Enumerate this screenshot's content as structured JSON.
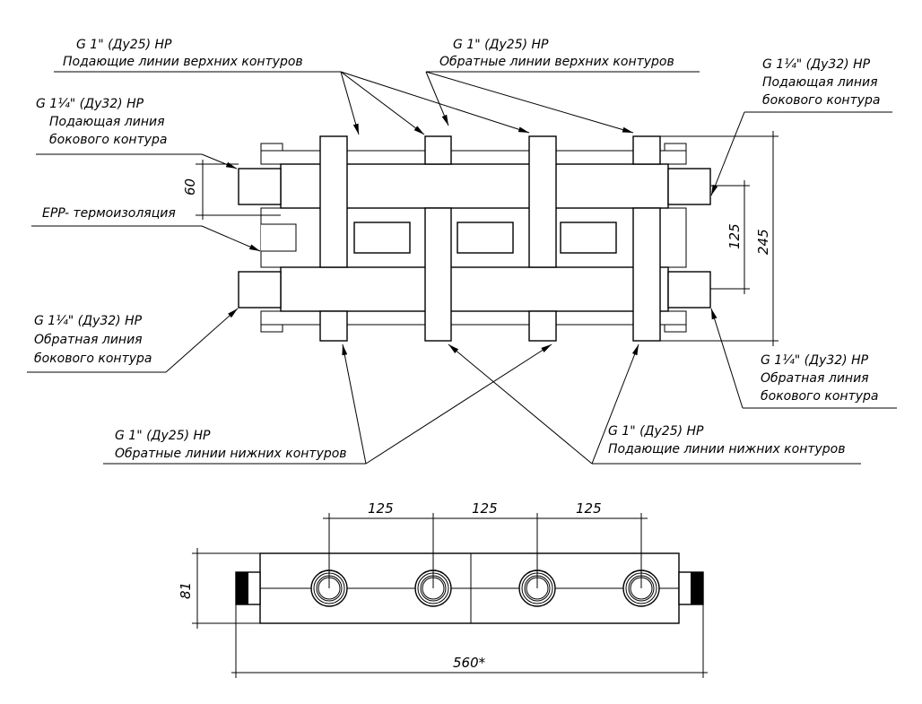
{
  "labels": {
    "top_supply": {
      "line1": "G 1\" (Ду25) НР",
      "line2": "Подающие линии верхних контуров"
    },
    "top_return": {
      "line1": "G 1\" (Ду25) НР",
      "line2": "Обратные линии верхних контуров"
    },
    "left_supply": {
      "line1": "G 1¼\" (Ду32) НР",
      "line2": "Подающая линия",
      "line3": "бокового контура"
    },
    "right_supply": {
      "line1": "G 1¼\" (Ду32) НР",
      "line2": "Подающая линия",
      "line3": "бокового контура"
    },
    "insulation": {
      "line1": "EPP- термоизоляция"
    },
    "left_return": {
      "line1": "G 1¼\" (Ду32) НР",
      "line2": "Обратная линия",
      "line3": "бокового контура"
    },
    "right_return": {
      "line1": "G 1¼\" (Ду32) НР",
      "line2": "Обратная линия",
      "line3": "бокового контура"
    },
    "bottom_return": {
      "line1": "G 1\" (Ду25) НР",
      "line2": "Обратные линии нижних контуров"
    },
    "bottom_supply": {
      "line1": "G 1\" (Ду25) НР",
      "line2": "Подающие линии нижних контуров"
    }
  },
  "dimensions": {
    "stub_height": "60",
    "pipe_spacing": "125",
    "total_height": "245",
    "spacing_1": "125",
    "spacing_2": "125",
    "spacing_3": "125",
    "body_height": "81",
    "total_length": "560*"
  }
}
